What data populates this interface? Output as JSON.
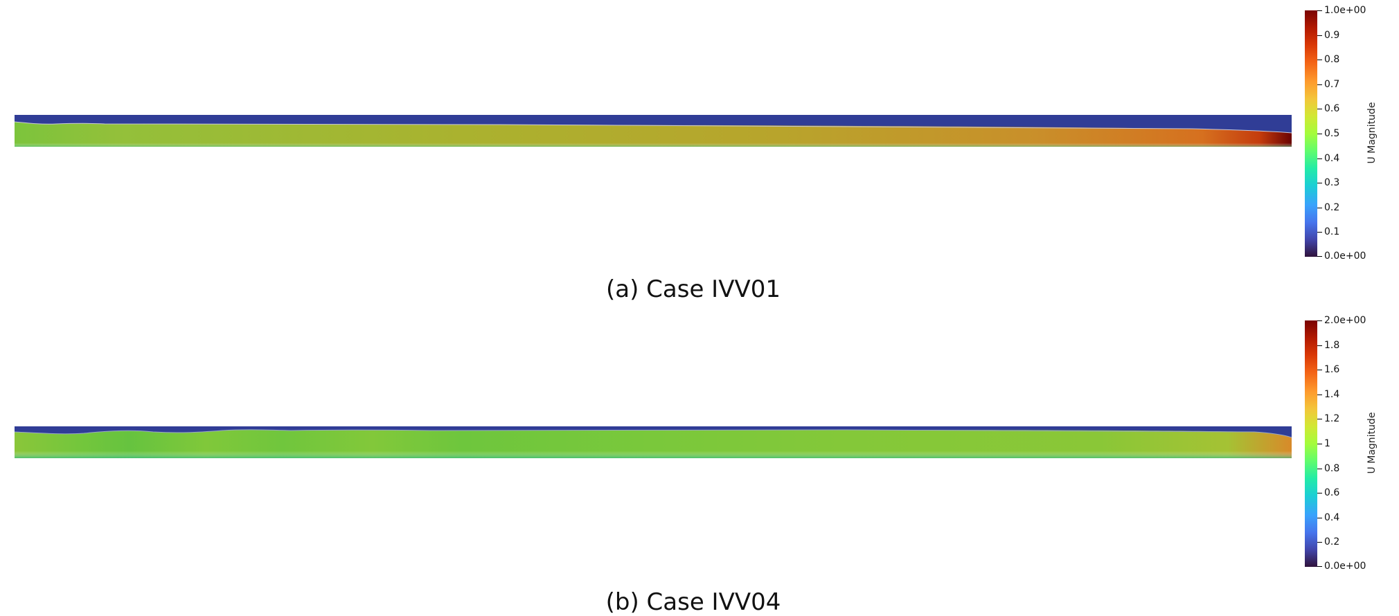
{
  "panels": [
    {
      "caption": "(a) Case IVV01",
      "colorbar": {
        "title": "U Magnitude",
        "min": 0,
        "max": 1.0,
        "tick_labels": [
          "1.0e+00",
          "0.9",
          "0.8",
          "0.7",
          "0.6",
          "0.5",
          "0.4",
          "0.3",
          "0.2",
          "0.1",
          "0.0e+00"
        ]
      }
    },
    {
      "caption": "(b) Case IVV04",
      "colorbar": {
        "title": "U Magnitude",
        "min": 0,
        "max": 2.0,
        "tick_labels": [
          "2.0e+00",
          "1.8",
          "1.6",
          "1.4",
          "1.2",
          "1",
          "0.8",
          "0.6",
          "0.4",
          "0.2",
          "0.0e+00"
        ]
      }
    }
  ],
  "colors": {
    "colormap": [
      "#30123b",
      "#4145ab",
      "#4675ed",
      "#39a2fc",
      "#1bcfd4",
      "#24eca6",
      "#61fc6c",
      "#a4fc3b",
      "#d1e834",
      "#f3c63a",
      "#fe9b2d",
      "#f36315",
      "#d93806",
      "#b11901",
      "#7a0402"
    ],
    "air": "#303d96",
    "field_a": [
      "#7cc43c",
      "#9fba35",
      "#b5a82e",
      "#c99326",
      "#d9761d",
      "#c4400c",
      "#7a0402"
    ],
    "field_b": [
      "#84c93a",
      "#6cc73e",
      "#82c83a",
      "#7dc83a",
      "#8bc636",
      "#c4a22e",
      "#e08f2a"
    ]
  }
}
